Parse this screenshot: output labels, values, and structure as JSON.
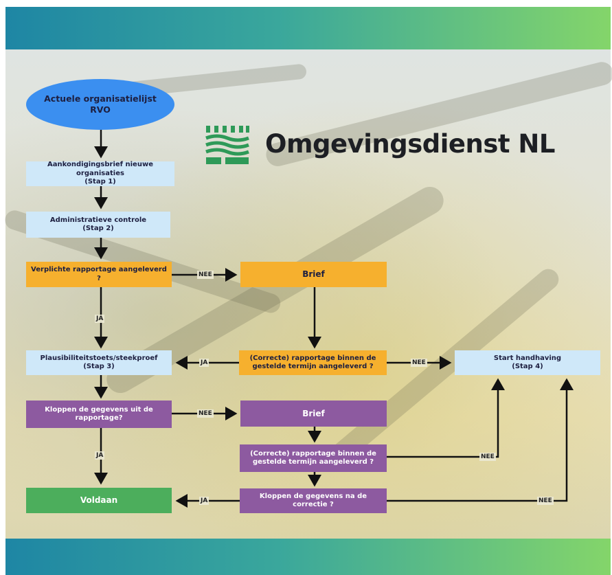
{
  "logo": {
    "text": "Omgevingsdienst NL",
    "icon": "waves-logo-icon",
    "color": "#2e9a58"
  },
  "colors": {
    "band_start": "#1e86a4",
    "band_end": "#84d56a",
    "blue": "#cfe8f9",
    "orange": "#f6b02e",
    "purple": "#8d5aa0",
    "green": "#4cae5c",
    "start": "#3b8ff0"
  },
  "nodes": {
    "start": {
      "line1": "Actuele organisatielijst",
      "line2": "RVO"
    },
    "step1": {
      "line1": "Aankondigingsbrief nieuwe organisaties",
      "line2": "(Stap 1)"
    },
    "step2": {
      "line1": "Administratieve controle",
      "line2": "(Stap 2)"
    },
    "q_report": {
      "line1": "Verplichte rapportage aangeleverd ?"
    },
    "brief1": {
      "line1": "Brief"
    },
    "q_correct1": {
      "line1": "(Correcte) rapportage binnen de",
      "line2": "gestelde termijn aangeleverd ?"
    },
    "step3": {
      "line1": "Plausibiliteitstoets/steekproef",
      "line2": "(Stap 3)"
    },
    "step4": {
      "line1": "Start handhaving",
      "line2": "(Stap 4)"
    },
    "q_data": {
      "line1": "Kloppen de gegevens uit de",
      "line2": "rapportage?"
    },
    "brief2": {
      "line1": "Brief"
    },
    "q_correct2": {
      "line1": "(Correcte) rapportage binnen de",
      "line2": "gestelde termijn aangeleverd ?"
    },
    "done": {
      "line1": "Voldaan"
    },
    "q_after": {
      "line1": "Kloppen de gegevens na de correctie ?"
    }
  },
  "edge_labels": {
    "nee": "NEE",
    "ja": "JA"
  }
}
